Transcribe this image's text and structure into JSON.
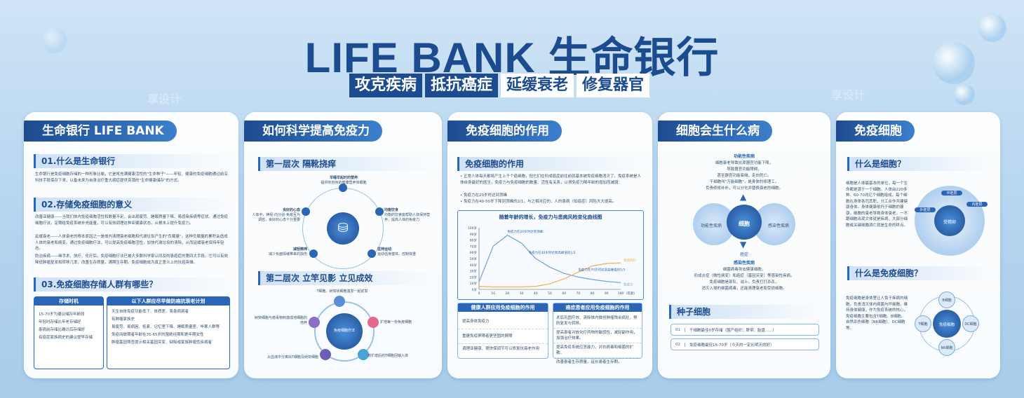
{
  "header": {
    "title": "LIFE BANK 生命银行",
    "tags": [
      "攻克疾病",
      "抵抗癌症",
      "延缓衰老",
      "修复器官"
    ]
  },
  "watermark": "享设计",
  "panel1": {
    "title": "生命银行 LIFE BANK",
    "s1": "01.什么是生命银行",
    "t1": "生命银行是免疫细胞存储的一种形象比喻，它是将充满健康活性的\"生命种子\"——年轻、健康的免疫细胞通过前沿科技手段保存下来，以备未来为自身治疗重大病症提供资源的\"生命健康储存\"的方式。",
    "s2": "02.存储免疫细胞的意义",
    "t2": "改善亚健康——当我们体内免疫细胞活性和数量不足，会出现疲劳、睡眠质量下降、易感染疾病等症状。通过免疫细胞疗法，定期给免疫系统补充能量，可以有效调理这种亚健康状态，从根本上提升免疫力。",
    "t3": "延缓衰老——人体衰老的根本原因之一是体内清理衰老细胞和代谢垃圾产生的\"负载量\"，这种负载量的累积会造成人体的衰老和病变。通过免疫细胞疗法，可以提高免疫细胞活性，加快代谢垃圾的清除，从而延缓衰老保持年轻态。",
    "t4": "防治疾病——继手术、放疗、化疗后，免疫细胞疗法已被大多数科学家认同及的患癌症的第四大手段。它可以有效降低肿瘤复发和转移几率，改善生存质量，满期生存期。免疫细胞成为真正意义上的抗癌英雄。",
    "s3": "03.免疫细胞存储人群有哪些？",
    "box1": {
      "title": "存储时机",
      "items": [
        "15-70岁为建议储存年龄段",
        "年轻时存储比年老存储好",
        "患病前存储比确诊后存储好",
        "有癌症家族病史的建议提早存储"
      ]
    },
    "box2": {
      "title": "以下人群应尽早做防癌抗衰老计划",
      "items": [
        "天生自体免疫功能低下、体质差、易患病病者",
        "有肿瘤家族史",
        "易疲劳、易病困、抵紧、记忆里下降、睡眠质量差、毕寒人群等",
        "免疫间歇期者年龄在35-65岁的围绝经期和更年期女性",
        "肿瘤基因筛查提示相关基因突变、缺陷或家族肿瘤性疾病者"
      ]
    }
  },
  "panel2": {
    "title": "如何科学提高免疫力",
    "s1": "第一层次 隔靴挠痒",
    "n1": "早睡早起时的营养",
    "n1t": "提供你自身的健康营养体细胞",
    "n2": "均衡饮食",
    "n2t": "均衡的饮食能帮助人体保持营养，提高人体的免疫力",
    "n3": "坚持运动",
    "n3t": "运动强身健体、控制体重",
    "n4": "减轻精神",
    "n4t": "减少负面情绪带来的损伤",
    "n5": "良好的心态",
    "n5t": "人体中，神经-内分泌-免疫互为调控，良好的心态十分重要",
    "s2": "第二层次 立竿见影 立见成效",
    "m1": "T细胞、树突状细胞激发一起前发",
    "m2": "扩增每一份免疫细胞",
    "m3": "将扩增后的T细胞回输入体",
    "m4": "从血液中分离出T细胞及树突细胞",
    "m5": "树突细胞与癌毒物刺激成培细胞的培养",
    "center": "免疫细胞疗法"
  },
  "panel3": {
    "title": "免疫细胞的作用",
    "s1": "免疫细胞的作用",
    "bullets": [
      "正常人体每天都将产生上千个癌细胞，但它们在形成癌症前往前就基本被免疫细胞消灭了。免疫系统是人体自身最好的医生，免疫力与免疫细胞的数量、活性有关系，认得免疫力降年龄的增加而减弱：",
      "免疫力在20岁时达到顶峰",
      "免疫力在40-50岁下降到顶峰的2/1，与之相对应的，人的患病（如癌症）风险大大提高。"
    ],
    "chart_title": "随着年龄的增长，免疫力与患病风险变化曲线图",
    "chart_data": {
      "type": "line",
      "x": [
        0,
        10,
        20,
        30,
        40,
        50,
        60,
        70,
        80,
        90,
        100
      ],
      "xlabel": "（年龄）",
      "yticks": [
        "100岁",
        "90岁",
        "80岁",
        "70岁",
        "60岁",
        "50岁",
        "40岁",
        "30岁",
        "20岁",
        "10岁",
        "0岁"
      ],
      "series": [
        {
          "name": "免疫力",
          "values": [
            12,
            70,
            88,
            75,
            50,
            36,
            26,
            20,
            16,
            13,
            11
          ],
          "color": "#6fa3da"
        },
        {
          "name": "患病风险",
          "values": [
            5,
            4,
            4,
            4,
            5,
            9,
            17,
            28,
            38,
            42,
            43
          ],
          "color": "#f2b04b"
        }
      ],
      "annotations": [
        "免疫力在20岁时达到顶峰",
        "免疫力在40岁时达到高峰值的1/2",
        "免疫力在70岁时达到高峰值的1/3"
      ],
      "ylim": [
        0,
        100
      ]
    },
    "box1": {
      "title": "健康人群应用免疫细胞的作用",
      "items": [
        "提高身体免疫力",
        "重建免疫屏障者更坚固的屏障",
        "调理亚健康、很快保调节可以修复抗衰老作用"
      ]
    },
    "box2": {
      "title": "癌症患者应用免疫细胞的作用",
      "items": [
        "术后巩固疗效、清除体内微创肿瘤残余病灶，预防复发与转移。",
        "提高患者对放化疗药物的敏感性，减轻副作用，加强治疗效果。",
        "提高免疫系统应答能力，对抗病毒和细菌的扩散。",
        "改善患者生存质量，延长患者生存期。"
      ]
    }
  },
  "panel4": {
    "title": "细胞会生什么病",
    "top_label": "功能性疾病",
    "top_text": [
      "细胞衰老导致抗原器官功能下降，",
      "导致器官功能障碍，",
      "甚至器官功能衰竭，走向死亡。",
      "干细胞叫\"万能细胞\"，是身体的修理工，",
      "负责修修补补，可以分化并替换衰老的细胞。"
    ],
    "left": "功能性疾病",
    "right": "感染性疾病",
    "center": "细胞",
    "bottom": "癌症",
    "bottom_label": "感染性疾病",
    "bottom_text": [
      "细菌病毒攻击健康细胞，",
      "形成炎症（微性病变）和癌症（基因突变）等感染性疾病。",
      "免疫细胞是部队、战士，负责打打杀杀，",
      "消灭入侵的细菌病毒，还能清理衰老和受损细胞。"
    ],
    "s2": "种子细胞",
    "seed1n": "01",
    "seed1": "干细胞最佳0岁存储（围产组织：脐带、胎盘......）",
    "seed2n": "02",
    "seed2": "免疫细胞最佳15-70岁（今天的一定比明天的好）"
  },
  "panel5": {
    "title": "免疫细胞",
    "s1": "什么是细胞？",
    "t1": "细胞是人体最基本的单位，每一个生命都是源于一个细胞。人体由220多种、60-70兆亿个细胞组成，每个细胞在身体各司其职，分工合作共建健康身体。身体健康依托于细胞的健康，细胞的衰老导致身体衰老，一不跟细胞出现文体就是疾病，大部分细胞或关键细胞凋亡就是生命的终点。",
    "ring": [
      "外胚层",
      "中胚层",
      "内胚层"
    ],
    "ring_center": "受精卵",
    "s2": "什么是免疫细胞？",
    "t2": "免疫细胞是身体里让人免于疾病的细胞，负责消灭体内病菌与坏细胞，维持身体健康，作为免疫系统的核心，免疫细胞主要包含T细胞、B细胞、自然杀伤细胞（NK细胞）、DC细胞等。",
    "cells": [
      "B细胞",
      "T细胞",
      "DC细胞",
      "NK细胞"
    ],
    "cell_center": "免疫细胞"
  }
}
